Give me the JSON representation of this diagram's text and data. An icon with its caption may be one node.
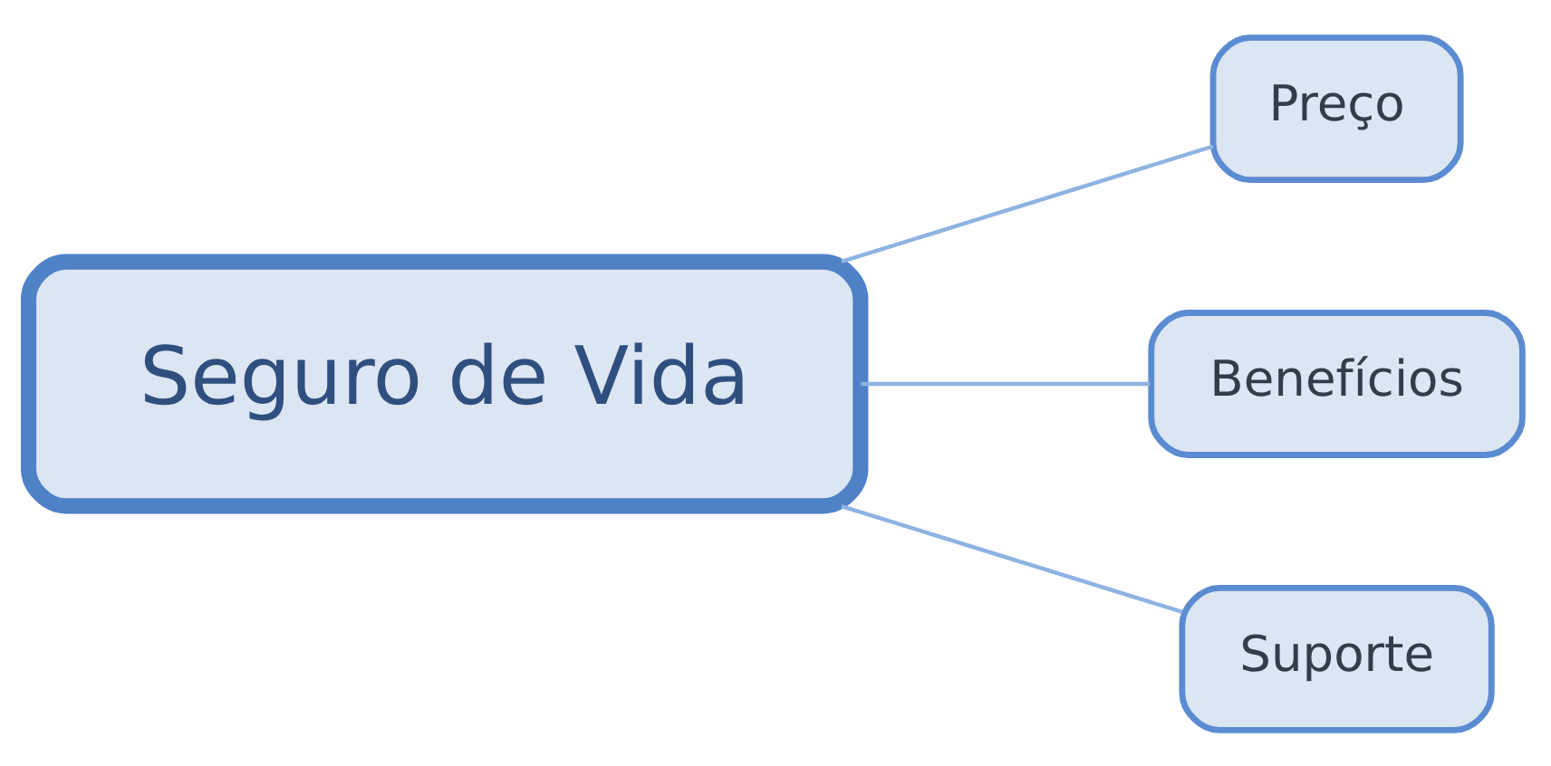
{
  "diagram": {
    "nodes": [
      {
        "text": [
          "Seguro de Vida"
        ]
      },
      {
        "text": [
          "Preço"
        ]
      },
      {
        "text": [
          "Benefícios"
        ]
      },
      {
        "text": [
          "Suporte"
        ]
      }
    ],
    "edges": [
      {
        "from": 0,
        "to": 1,
        "arrow": "none"
      },
      {
        "from": 0,
        "to": 2,
        "arrow": "none"
      },
      {
        "from": 0,
        "to": 3,
        "arrow": "none"
      }
    ]
  }
}
